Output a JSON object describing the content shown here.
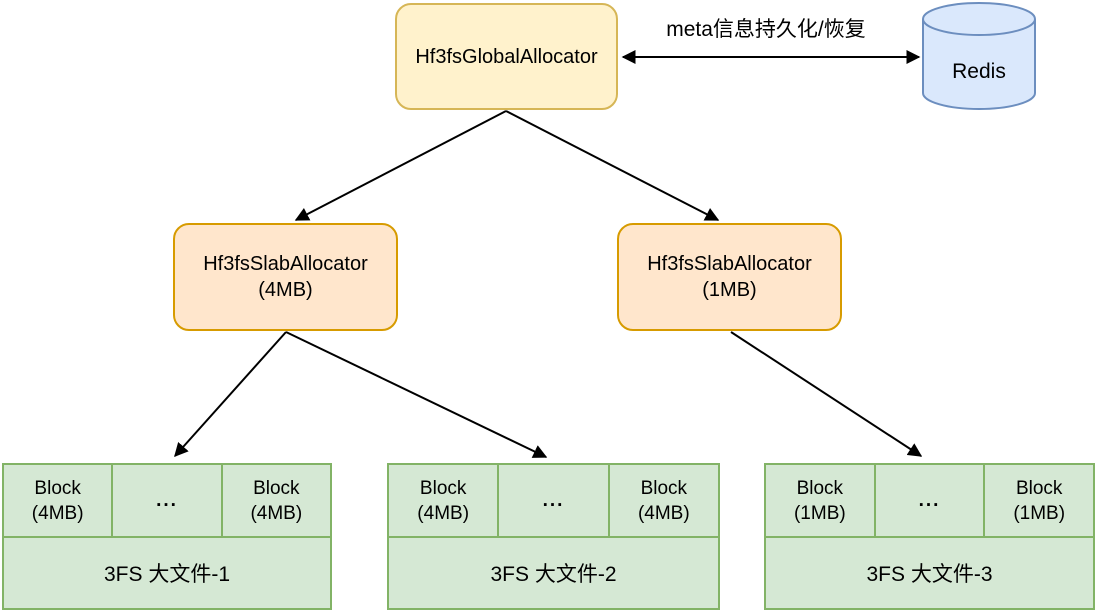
{
  "diagram": {
    "nodes": {
      "global_allocator": {
        "label": "Hf3fsGlobalAllocator"
      },
      "redis": {
        "label": "Redis"
      },
      "slab_allocator_4mb": {
        "line1": "Hf3fsSlabAllocator",
        "line2": "(4MB)"
      },
      "slab_allocator_1mb": {
        "line1": "Hf3fsSlabAllocator",
        "line2": "(1MB)"
      }
    },
    "edges": {
      "meta_label": "meta信息持久化/恢复"
    },
    "files": [
      {
        "label": "3FS 大文件-1",
        "block_left_name": "Block",
        "block_left_size": "(4MB)",
        "dots": "...",
        "block_right_name": "Block",
        "block_right_size": "(4MB)"
      },
      {
        "label": "3FS 大文件-2",
        "block_left_name": "Block",
        "block_left_size": "(4MB)",
        "dots": "...",
        "block_right_name": "Block",
        "block_right_size": "(4MB)"
      },
      {
        "label": "3FS 大文件-3",
        "block_left_name": "Block",
        "block_left_size": "(1MB)",
        "dots": "...",
        "block_right_name": "Block",
        "block_right_size": "(1MB)"
      }
    ],
    "colors": {
      "yellow_fill": "#fff2cc",
      "yellow_stroke": "#d6b656",
      "orange_fill": "#ffe6cc",
      "orange_stroke": "#d79b00",
      "green_fill": "#d5e8d4",
      "green_stroke": "#82b366",
      "blue_fill": "#dae8fc",
      "blue_stroke": "#6c8ebf",
      "arrow": "#000000",
      "background": "#ffffff"
    }
  }
}
